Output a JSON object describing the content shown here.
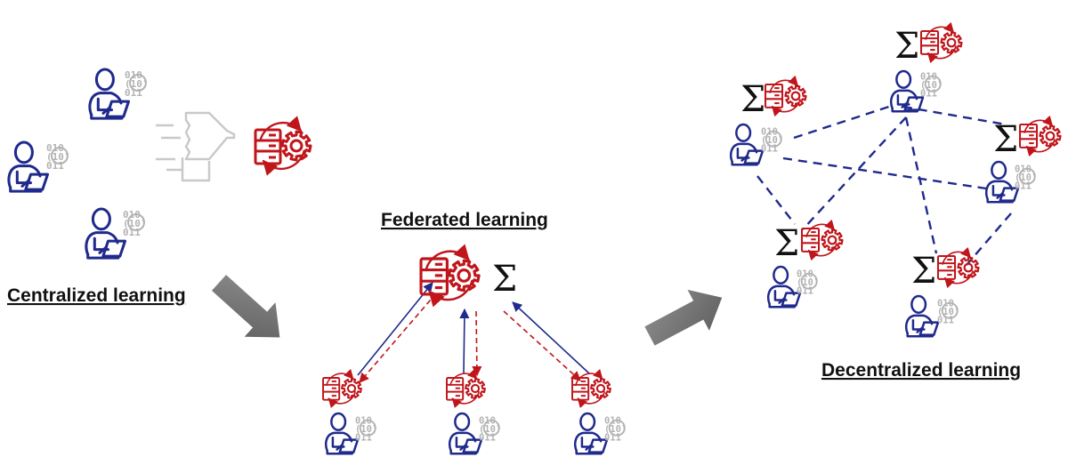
{
  "colors": {
    "user": "#1f2a8c",
    "model": "#c0161b",
    "data": "#b3b3b3",
    "funnel": "#c9c9c9",
    "arrow": "#7a7a7a",
    "link": "#1f2a8c",
    "underline": "#d04040"
  },
  "labels": {
    "centralized": "Centralized learning",
    "federated": "Federated learning",
    "decentralized": "Decentralized learning"
  },
  "sigma": "Σ",
  "binary": {
    "left": "010",
    "center": "(10)",
    "right": "011"
  },
  "icons": {
    "user": "user-laptop-icon",
    "data": "binary-data-icon",
    "server": "server-icon",
    "gear": "gear-icon",
    "funnel": "data-funnel-icon",
    "aggregation": "sigma-aggregation-icon",
    "flow_arrow": "flow-arrow-icon"
  }
}
